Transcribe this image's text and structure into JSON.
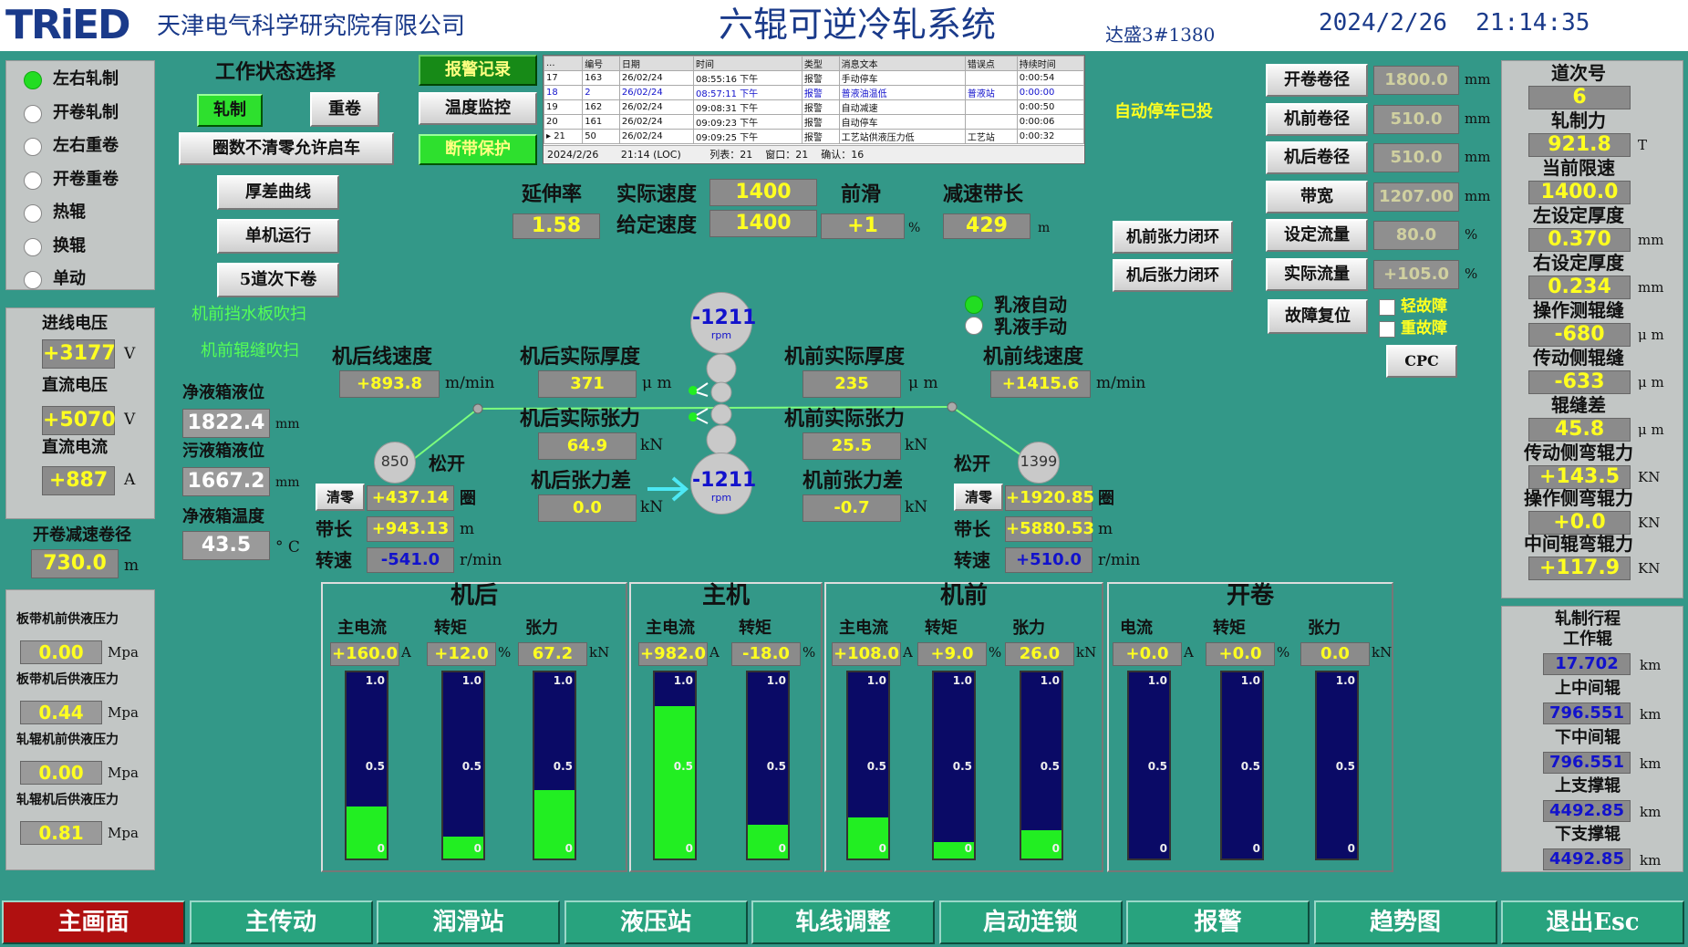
{
  "header": {
    "logo": "TRiED",
    "company": "天津电气科学研究院有限公司",
    "title": "六辊可逆冷轧系统",
    "subtitle": "达盛3#1380",
    "datetime": "2024/2/26  21:14:35"
  },
  "mode_list": [
    "左右轧制",
    "开卷轧制",
    "左右重卷",
    "开卷重卷",
    "热辊",
    "换辊",
    "单动"
  ],
  "work_state": {
    "title": "工作状态选择",
    "roll": "轧制",
    "rewind": "重卷",
    "allow_start": "圈数不清零允许启车",
    "thick_curve": "厚差曲线",
    "single_run": "单机运行",
    "five_pass": "5道次下卷"
  },
  "top_buttons": {
    "alarm_record": "报警记录",
    "temp_monitor": "温度监控",
    "break_protect": "断带保护"
  },
  "alarm_table": {
    "headers": [
      "...",
      "编号",
      "日期",
      "时间",
      "类型",
      "消息文本",
      "错误点",
      "持续时间"
    ],
    "rows": [
      [
        "17",
        "163",
        "26/02/24",
        "08:55:16 下午",
        "报警",
        "手动停车",
        "",
        "0:00:54"
      ],
      [
        "18",
        "2",
        "26/02/24",
        "08:57:11 下午",
        "报警",
        "普液油温低",
        "普液站",
        "0:00:00"
      ],
      [
        "19",
        "162",
        "26/02/24",
        "09:08:31 下午",
        "报警",
        "自动减速",
        "",
        "0:00:50"
      ],
      [
        "20",
        "161",
        "26/02/24",
        "09:09:23 下午",
        "报警",
        "自动停车",
        "",
        "0:00:06"
      ],
      [
        "▸ 21",
        "50",
        "26/02/24",
        "09:09:25 下午",
        "报警",
        "工艺站供液压力低",
        "工艺站",
        "0:00:32"
      ]
    ],
    "footer": {
      "date": "2024/2/26",
      "time": "21:14 (LOC)",
      "list_label": "列表：",
      "list": "21",
      "window_label": "窗口：",
      "window": "21",
      "confirm_label": "确认：",
      "confirm": "16"
    }
  },
  "auto_stop": "自动停车已投",
  "left_panel": {
    "in_voltage_label": "进线电压",
    "in_voltage": "+3177",
    "v": "V",
    "dc_voltage_label": "直流电压",
    "dc_voltage": "+5070",
    "dc_current_label": "直流电流",
    "dc_current": "+887",
    "a": "A",
    "uncoil_decel_label": "开卷减速卷径",
    "uncoil_decel": "730.0",
    "m": "m"
  },
  "pressure": [
    {
      "label": "板带机前供液压力",
      "value": "0.00",
      "unit": "Mpa"
    },
    {
      "label": "板带机后供液压力",
      "value": "0.44",
      "unit": "Mpa"
    },
    {
      "label": "轧辊机前供液压力",
      "value": "0.00",
      "unit": "Mpa"
    },
    {
      "label": "轧辊机后供液压力",
      "value": "0.81",
      "unit": "Mpa"
    }
  ],
  "green_labels": {
    "front_water": "机前挡水板吹扫",
    "front_roll": "机前辊缝吹扫"
  },
  "tanks": {
    "clean_level_label": "净液箱液位",
    "clean_level": "1822.4",
    "dirty_level_label": "污液箱液位",
    "dirty_level": "1667.2",
    "clean_temp_label": "净液箱温度",
    "clean_temp": "43.5",
    "mm": "mm",
    "c": "° C"
  },
  "speed": {
    "elong_label": "延伸率",
    "elong": "1.58",
    "actual_label": "实际速度",
    "actual": "1400",
    "given_label": "给定速度",
    "given": "1400",
    "forward_label": "前滑",
    "forward": "+1",
    "pct": "%",
    "decel_label": "减速带长",
    "decel": "429",
    "m": "m"
  },
  "mill": {
    "rpm_top": "-1211",
    "rpm_bottom": "-1211",
    "rpm": "rpm",
    "rear_line_speed_label": "机后线速度",
    "rear_line_speed": "+893.8",
    "front_line_speed_label": "机前线速度",
    "front_line_speed": "+1415.6",
    "mpm": "m/min",
    "rear_thick_label": "机后实际厚度",
    "rear_thick": "371",
    "front_thick_label": "机前实际厚度",
    "front_thick": "235",
    "um": "μ m",
    "rear_tension_label": "机后实际张力",
    "rear_tension": "64.9",
    "front_tension_label": "机前实际张力",
    "front_tension": "25.5",
    "kn": "kN",
    "rear_tdiff_label": "机后张力差",
    "rear_tdiff": "0.0",
    "front_tdiff_label": "机前张力差",
    "front_tdiff": "-0.7",
    "emul_auto": "乳液自动",
    "emul_manual": "乳液手动"
  },
  "rear_coil": {
    "diam": "850",
    "unit": "mm",
    "loose": "松开",
    "clear": "清零",
    "turns": "+437.14",
    "turns_unit": "圈",
    "len_label": "带长",
    "len": "+943.13",
    "len_unit": "m",
    "speed_label": "转速",
    "speed": "-541.0",
    "speed_unit": "r/min"
  },
  "front_coil": {
    "diam": "1399",
    "unit": "mm",
    "loose": "松开",
    "clear": "清零",
    "turns": "+1920.85",
    "turns_unit": "圈",
    "len_label": "带长",
    "len": "+5880.53",
    "len_unit": "m",
    "speed_label": "转速",
    "speed": "+510.0",
    "speed_unit": "r/min"
  },
  "right_params": [
    {
      "btn": "开卷卷径",
      "value": "1800.0",
      "unit": "mm"
    },
    {
      "btn": "机前卷径",
      "value": "510.0",
      "unit": "mm"
    },
    {
      "btn": "机后卷径",
      "value": "510.0",
      "unit": "mm"
    },
    {
      "btn": "带宽",
      "value": "1207.00",
      "unit": "mm"
    },
    {
      "btn": "设定流量",
      "value": "80.0",
      "unit": "%"
    },
    {
      "btn": "实际流量",
      "value": "+105.0",
      "unit": "%"
    }
  ],
  "tension_loop": {
    "front": "机前张力闭环",
    "rear": "机后张力闭环"
  },
  "fault": {
    "reset": "故障复位",
    "light": "轻故障",
    "heavy": "重故障",
    "cpc": "CPC"
  },
  "far_right": {
    "pass_label": "道次号",
    "pass": "6",
    "force_label": "轧制力",
    "force": "921.8",
    "t": "T",
    "limit_label": "当前限速",
    "limit": "1400.0",
    "left_thick_label": "左设定厚度",
    "left_thick": "0.370",
    "right_thick_label": "右设定厚度",
    "right_thick": "0.234",
    "mm": "mm",
    "op_gap_label": "操作测辊缝",
    "op_gap": "-680",
    "dr_gap_label": "传动侧辊缝",
    "dr_gap": "-633",
    "gap_diff_label": "辊缝差",
    "gap_diff": "45.8",
    "um": "μ m",
    "dr_bend_label": "传动侧弯辊力",
    "dr_bend": "+143.5",
    "op_bend_label": "操作侧弯辊力",
    "op_bend": "+0.0",
    "mid_bend_label": "中间辊弯辊力",
    "mid_bend": "+117.9",
    "kn": "KN",
    "travel_label": "轧制行程",
    "work_label": "工作辊",
    "work": "17.702",
    "up_mid_label": "上中间辊",
    "up_mid": "796.551",
    "dn_mid_label": "下中间辊",
    "dn_mid": "796.551",
    "up_sup_label": "上支撑辊",
    "up_sup": "4492.85",
    "dn_sup_label": "下支撑辊",
    "dn_sup": "4492.85",
    "km": "km"
  },
  "gauge_sections": [
    {
      "title": "机后",
      "gauges": [
        {
          "label": "主电流",
          "value": "+160.0",
          "unit": "A",
          "fill": 0.28
        },
        {
          "label": "转矩",
          "value": "+12.0",
          "unit": "%",
          "fill": 0.12
        },
        {
          "label": "张力",
          "value": "67.2",
          "unit": "kN",
          "fill": 0.37
        }
      ]
    },
    {
      "title": "主机",
      "gauges": [
        {
          "label": "主电流",
          "value": "+982.0",
          "unit": "A",
          "fill": 0.82
        },
        {
          "label": "转矩",
          "value": "-18.0",
          "unit": "%",
          "fill": 0.18
        }
      ]
    },
    {
      "title": "机前",
      "gauges": [
        {
          "label": "主电流",
          "value": "+108.0",
          "unit": "A",
          "fill": 0.22
        },
        {
          "label": "转矩",
          "value": "+9.0",
          "unit": "%",
          "fill": 0.09
        },
        {
          "label": "张力",
          "value": "26.0",
          "unit": "kN",
          "fill": 0.15
        }
      ]
    },
    {
      "title": "开卷",
      "gauges": [
        {
          "label": "电流",
          "value": "+0.0",
          "unit": "A",
          "fill": 0
        },
        {
          "label": "转矩",
          "value": "+0.0",
          "unit": "%",
          "fill": 0
        },
        {
          "label": "张力",
          "value": "0.0",
          "unit": "kN",
          "fill": 0
        }
      ]
    }
  ],
  "gauge_ticks": [
    "1.0",
    "0.5",
    "0"
  ],
  "nav": [
    "主画面",
    "主传动",
    "润滑站",
    "液压站",
    "轧线调整",
    "启动连锁",
    "报警",
    "趋势图",
    "退出Esc"
  ]
}
